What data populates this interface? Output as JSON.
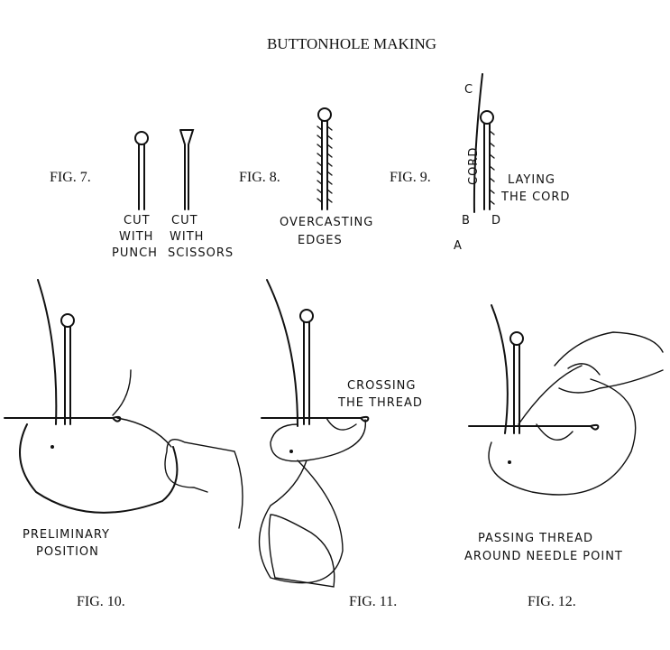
{
  "title": "BUTTONHOLE MAKING",
  "figures": {
    "fig7": {
      "label": "FIG. 7.",
      "punch": [
        "CUT",
        "WITH",
        "PUNCH"
      ],
      "scissors": [
        "CUT",
        "WITH",
        "SCISSORS"
      ]
    },
    "fig8": {
      "label": "FIG. 8.",
      "caption": [
        "OVERCASTING",
        "EDGES"
      ]
    },
    "fig9": {
      "label": "FIG. 9.",
      "caption": [
        "LAYING",
        "THE CORD"
      ],
      "cord": "CORD",
      "point_c": "C",
      "point_b": "B",
      "point_d": "D",
      "point_a": "A"
    },
    "fig10": {
      "label": "FIG. 10.",
      "caption": [
        "PRELIMINARY",
        "POSITION"
      ]
    },
    "fig11": {
      "label": "FIG. 11.",
      "caption": [
        "CROSSING",
        "THE THREAD"
      ]
    },
    "fig12": {
      "label": "FIG. 12.",
      "caption": [
        "PASSING THREAD",
        "AROUND NEEDLE POINT"
      ]
    }
  }
}
